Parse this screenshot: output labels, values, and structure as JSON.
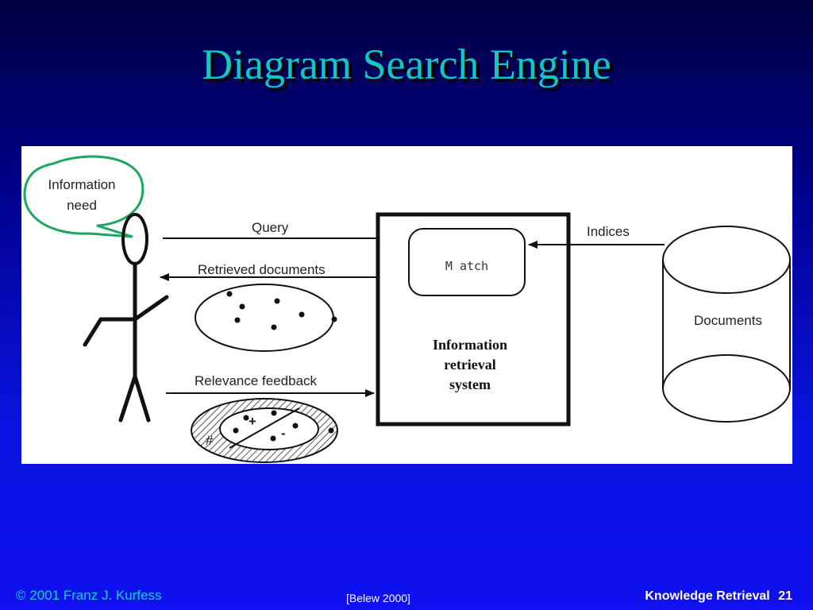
{
  "slide": {
    "title": "Diagram Search Engine"
  },
  "diagram": {
    "thought_bubble": [
      "Information",
      "need"
    ],
    "query_label": "Query",
    "retrieved_label": "Retrieved documents",
    "feedback_label": "Relevance  feedback",
    "indices_label": "Indices",
    "match_label": "M atch",
    "system_label": [
      "Information",
      "retrieval",
      "system"
    ],
    "documents_label": "Documents",
    "plus_sign": "+",
    "minus_sign": "-",
    "hash_sign": "#"
  },
  "footer": {
    "copyright": "© 2001 Franz J. Kurfess",
    "citation": "[Belew 2000]",
    "course": "Knowledge Retrieval",
    "page_number": "21"
  },
  "colors": {
    "title": "#12c6c6",
    "bubble_outline": "#1aa860",
    "footer_left": "#18d0d0"
  }
}
